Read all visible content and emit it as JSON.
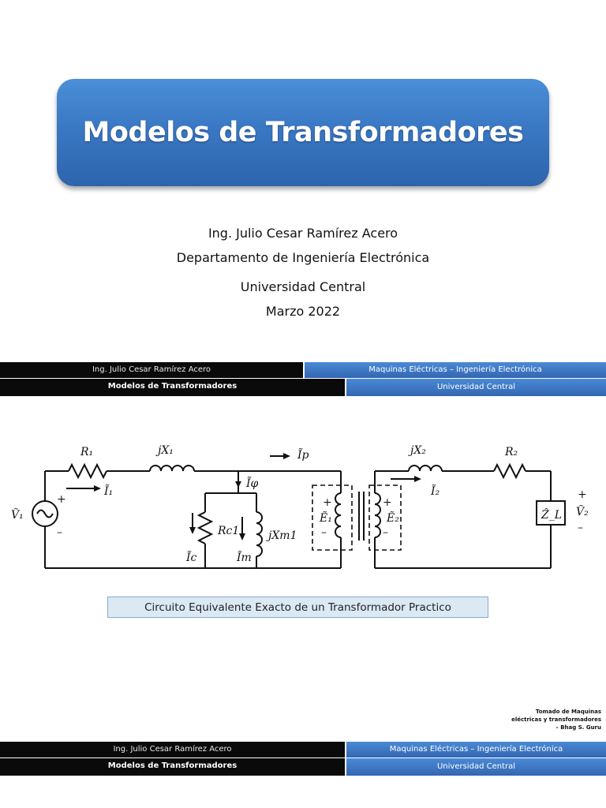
{
  "title": "Modelos de Transformadores",
  "author": "Ing. Julio Cesar Ramírez Acero",
  "department": "Departamento de Ingeniería Electrónica",
  "university": "Universidad Central",
  "date": "Marzo 2022",
  "footer": {
    "author": "Ing. Julio Cesar Ramírez Acero",
    "course": "Maquinas Eléctricas – Ingeniería Electrónica",
    "topic": "Modelos de Transformadores",
    "university": "Universidad Central"
  },
  "figure": {
    "caption": "Circuito Equivalente Exacto de un Transformador Practico",
    "labels": {
      "r1": "R₁",
      "jx1": "jX₁",
      "ip": "Ĩp",
      "jx2": "jX₂",
      "r2": "R₂",
      "i1": "Ĩ₁",
      "iphi": "Ĩφ",
      "v1": "Ṽ₁",
      "rc1": "Rc1",
      "jxm1": "jXm1",
      "ic": "Ĩc",
      "im": "Ĩm",
      "e1": "Ẽ₁",
      "e2": "Ẽ₂",
      "i2": "Ĩ₂",
      "zl": "Ẑ_L",
      "v2": "Ṽ₂",
      "plus": "+",
      "minus": "–"
    }
  },
  "credit": {
    "line1": "Tomado de Maquinas",
    "line2": "eléctricas y transformadores",
    "line3": "– Bhag S. Guru"
  }
}
